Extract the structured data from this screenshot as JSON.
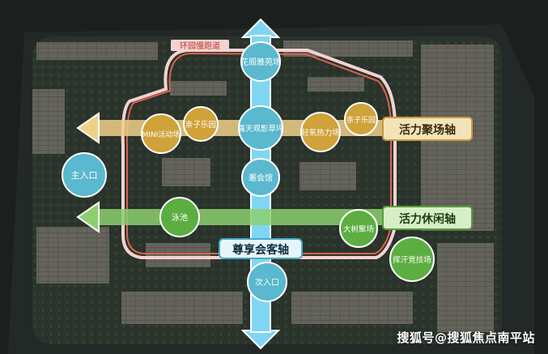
{
  "map": {
    "axes": {
      "vitality_gathering_axis": "活力聚场轴",
      "vitality_leisure_axis": "活力休闲轴",
      "guest_axis": "尊享会客轴"
    },
    "running_track_tag": "环园慢跑道",
    "nodes": {
      "flower_gallery_plaza": "花阁雅苑场",
      "mini_activity_area": "MINI活动场",
      "family_zone": "亲子乐园",
      "open_air_lawn": "露天观影草坪",
      "oxygen_fitness": "轻氧热力场",
      "kids_park": "亲子乐园",
      "main_entrance": "主入口",
      "clubhouse": "邂会馆",
      "pool": "泳池",
      "big_tree_plaza": "大树聚场",
      "sweat_sports": "挥汗竞技场",
      "secondary_entrance": "次入口"
    },
    "colors": {
      "gathering_axis": "#f0d089",
      "leisure_axis": "#8ccf6e",
      "guest_axis": "#7fd6f2",
      "track_red": "#d9614c",
      "track_pink": "#f2d3d1",
      "gold_node": "#cfa23a",
      "green_node": "#5cae42",
      "blue_node": "#5ab8cf"
    }
  },
  "watermark": "搜狐号@搜狐焦点南平站"
}
